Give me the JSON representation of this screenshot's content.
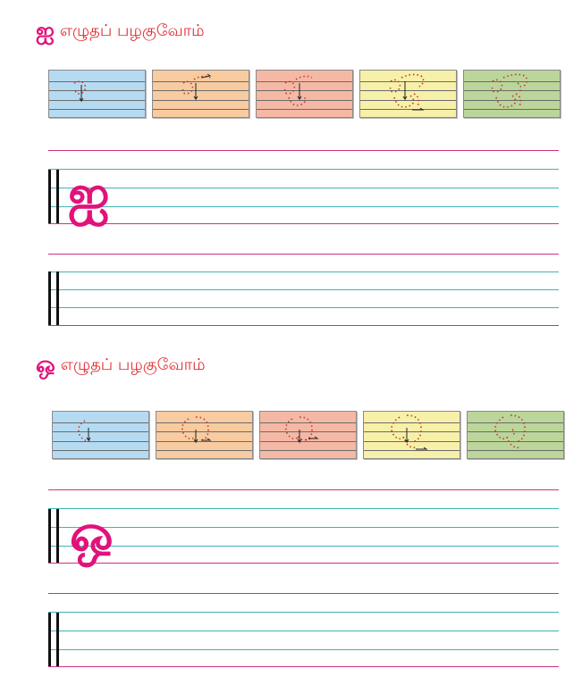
{
  "sections": [
    {
      "letter": "ஐ",
      "title": "எழுதப் பழகுவோம்",
      "tile_colors": [
        "#b5dbf2",
        "#f8cba0",
        "#f5b8a5",
        "#f7f0a8",
        "#bcd59a"
      ],
      "model_letter": "ஐ"
    },
    {
      "letter": "ஒ",
      "title": "எழுதப் பழகுவோம்",
      "tile_colors": [
        "#b5dbf2",
        "#f8cba0",
        "#f5b8a5",
        "#f7f0a8",
        "#bcd59a"
      ],
      "model_letter": "ஒ"
    }
  ],
  "colors": {
    "accent_magenta": "#e2127b",
    "title_red": "#e12a2f",
    "guide_teal": "#3fb4b6",
    "guide_magenta": "#d0317e",
    "stroke_dots": "#c0392b"
  },
  "icons": [
    "stroke-arrow-icon",
    "dotted-trace-icon"
  ]
}
